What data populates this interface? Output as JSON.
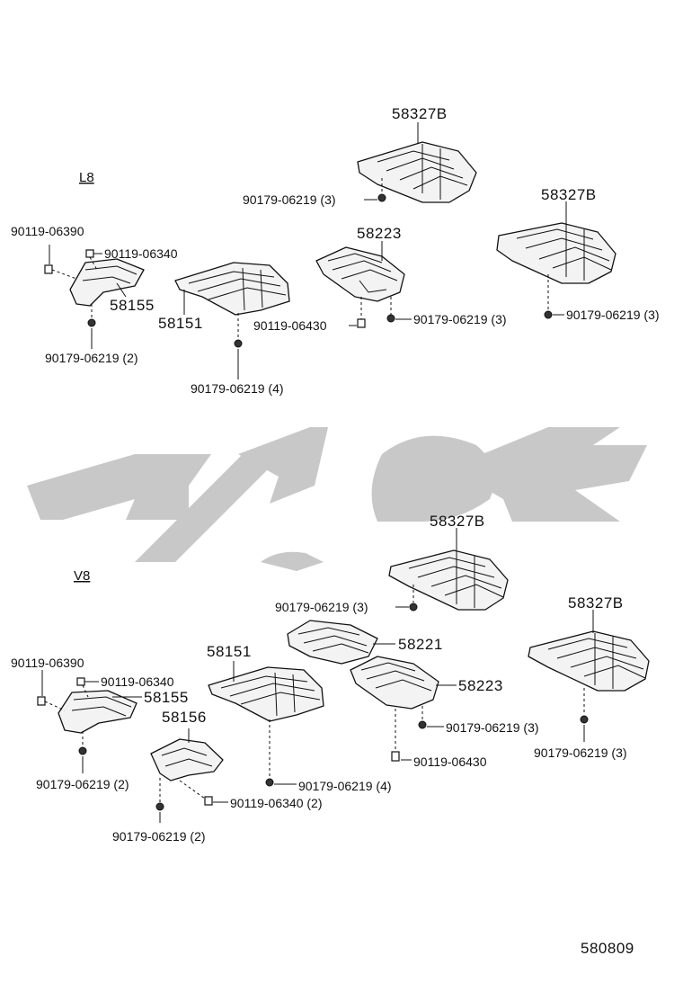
{
  "sections": {
    "l8": "L8",
    "v8": "V8"
  },
  "l8_labels": {
    "p58327b_a": "58327B",
    "b_a": "90179-06219 (3)",
    "p58327b_b": "58327B",
    "n_b": "90179-06219 (3)",
    "p58223": "58223",
    "n_58223": "90179-06219 (3)",
    "bolt_58223": "90119-06430",
    "bolt_390": "90119-06390",
    "bolt_340": "90119-06340",
    "p58155": "58155",
    "p58151": "58151",
    "n_58155": "90179-06219 (2)",
    "n_58151": "90179-06219 (4)"
  },
  "v8_labels": {
    "p58327b_a": "58327B",
    "n_a": "90179-06219 (3)",
    "p58327b_b": "58327B",
    "n_b": "90179-06219 (3)",
    "p58221": "58221",
    "p58223": "58223",
    "n_58223": "90179-06219 (3)",
    "bolt_430": "90119-06430",
    "p58151": "58151",
    "n_58151": "90179-06219 (4)",
    "bolt_390": "90119-06390",
    "bolt_340": "90119-06340",
    "p58155": "58155",
    "n_58155": "90179-06219 (2)",
    "p58156": "58156",
    "bolt_340_2": "90119-06340 (2)",
    "n_58156": "90179-06219 (2)"
  },
  "figure_number": "580809",
  "watermark_color": "#c8c8c8"
}
